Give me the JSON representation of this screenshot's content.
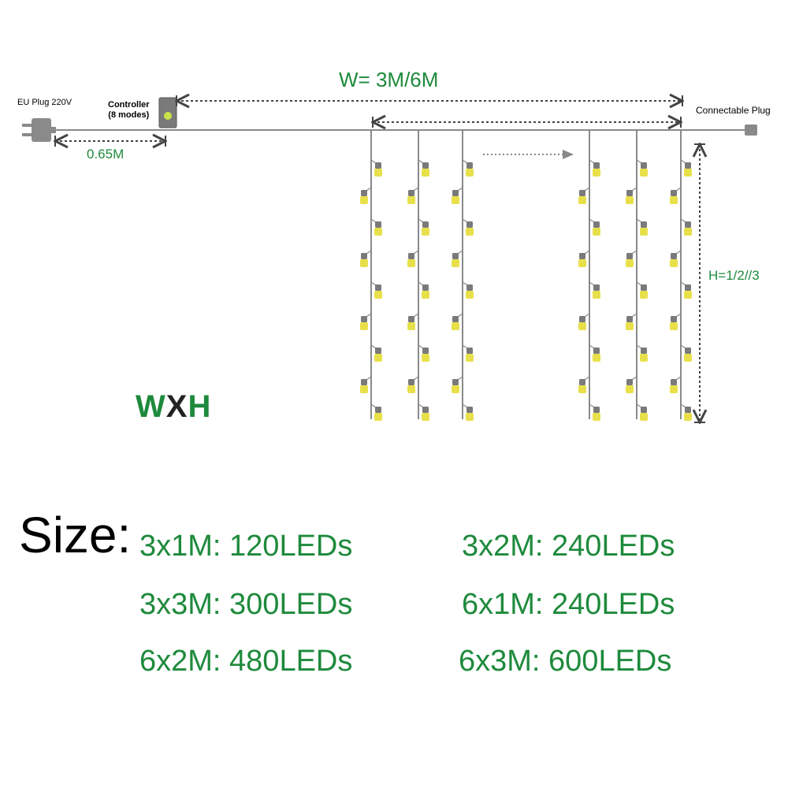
{
  "diagram": {
    "eu_plug_label": "EU Plug 220V",
    "controller_label_line1": "Controller",
    "controller_label_line2": "(8 modes)",
    "width_label": "W= 3M/6M",
    "lead_length_label": "0.65M",
    "connectable_plug_label": "Connectable Plug",
    "height_label": "H=1/2//3",
    "brand": {
      "part1": "W",
      "part2": "X",
      "part3": "H"
    },
    "colors": {
      "led": "#e8e04a",
      "wire": "#8a8a8a",
      "dim_line": "#555555",
      "label_green": "#1e8a3c",
      "controller_led": "#c6e34a"
    }
  },
  "sizes": {
    "title": "Size:",
    "items": [
      "3x1M: 120LEDs",
      "3x2M: 240LEDs",
      "3x3M: 300LEDs",
      "6x1M: 240LEDs",
      "6x2M: 480LEDs",
      "6x3M: 600LEDs"
    ]
  }
}
